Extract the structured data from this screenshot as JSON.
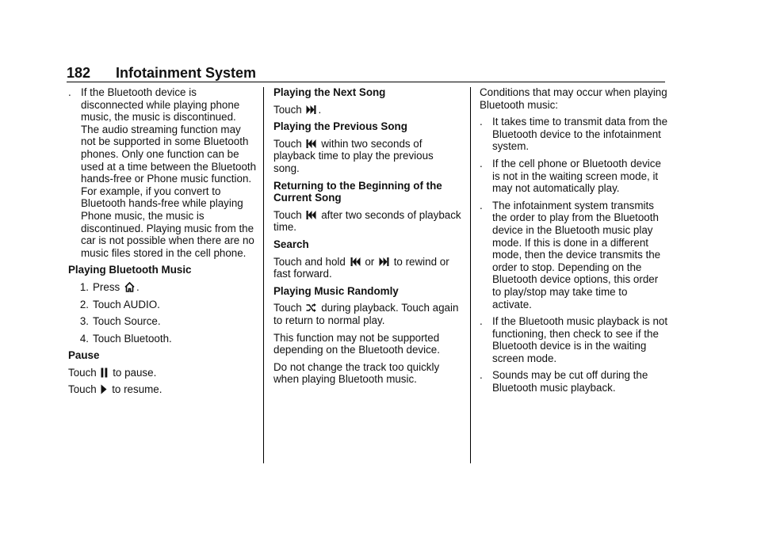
{
  "header": {
    "page_number": "182",
    "title": "Infotainment System"
  },
  "col1": {
    "bullet_marker": ".",
    "bullet_text": "If the Bluetooth device is disconnected while playing phone music, the music is discontinued. The audio streaming function may not be supported in some Bluetooth phones. Only one function can be used at a time between the Bluetooth hands-free or Phone music function. For example, if you convert to Bluetooth hands-free while playing Phone music, the music is discontinued. Playing music from the car is not possible when there are no music files stored in the cell phone.",
    "playing_heading": "Playing Bluetooth Music",
    "steps": [
      {
        "num": "1.",
        "before": "Press",
        "icon": "home-icon",
        "after": "."
      },
      {
        "num": "2.",
        "before": "Touch AUDIO.",
        "icon": "",
        "after": ""
      },
      {
        "num": "3.",
        "before": "Touch Source.",
        "icon": "",
        "after": ""
      },
      {
        "num": "4.",
        "before": "Touch Bluetooth.",
        "icon": "",
        "after": ""
      }
    ],
    "pause_heading": "Pause",
    "pause_before": "Touch",
    "pause_icon": "pause-icon",
    "pause_after": "to pause.",
    "resume_before": "Touch",
    "resume_icon": "play-icon",
    "resume_after": "to resume."
  },
  "col2": {
    "next_heading": "Playing the Next Song",
    "next_before": "Touch",
    "next_icon": "next-track-icon",
    "next_after": ".",
    "prev_heading": "Playing the Previous Song",
    "prev_before": "Touch",
    "prev_icon": "previous-track-icon",
    "prev_after": "within two seconds of playback time to play the previous song.",
    "begin_heading": "Returning to the Beginning of the Current Song",
    "begin_before": "Touch",
    "begin_icon": "previous-track-icon",
    "begin_after": "after two seconds of playback time.",
    "search_heading": "Search",
    "search_before": "Touch and hold",
    "search_icon1": "previous-track-icon",
    "search_mid": "or",
    "search_icon2": "next-track-icon",
    "search_after": "to rewind or fast forward.",
    "random_heading": "Playing Music Randomly",
    "random_before": "Touch",
    "random_icon": "shuffle-icon",
    "random_after": "during playback. Touch again to return to normal play.",
    "note1": "This function may not be supported depending on the Bluetooth device.",
    "note2": "Do not change the track too quickly when playing Bluetooth music."
  },
  "col3": {
    "intro": "Conditions that may occur when playing Bluetooth music:",
    "bullet_marker": ".",
    "bullets": [
      "It takes time to transmit data from the Bluetooth device to the infotainment system.",
      "If the cell phone or Bluetooth device is not in the waiting screen mode, it may not automatically play.",
      "The infotainment system transmits the order to play from the Bluetooth device in the Bluetooth music play mode. If this is done in a different mode, then the device transmits the order to stop. Depending on the Bluetooth device options, this order to play/stop may take time to activate.",
      "If the Bluetooth music playback is not functioning, then check to see if the Bluetooth device is in the waiting screen mode.",
      "Sounds may be cut off during the Bluetooth music playback."
    ]
  }
}
